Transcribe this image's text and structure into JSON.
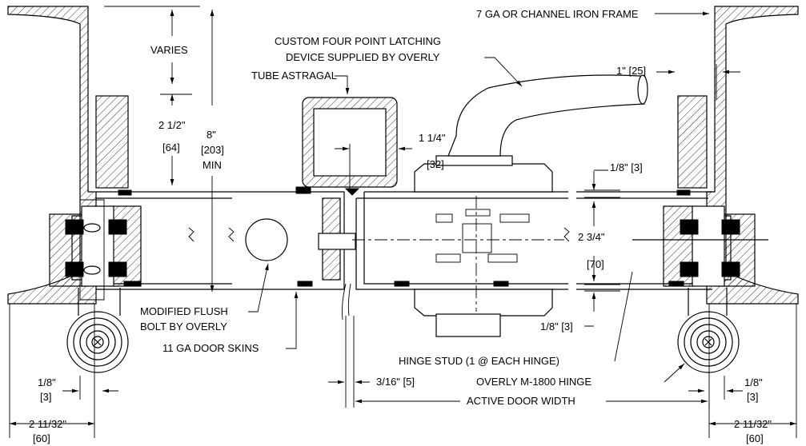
{
  "labels": {
    "frame": "7 GA OR CHANNEL IRON FRAME",
    "latch_line1": "CUSTOM FOUR POINT LATCHING",
    "latch_line2": "DEVICE  SUPPLIED BY OVERLY",
    "astragal": "TUBE ASTRAGAL",
    "varies": "VARIES",
    "dim_2_half": "2 1/2\"",
    "dim_64": "[64]",
    "dim_8": "8\"",
    "dim_203": "[203]",
    "dim_min": "MIN",
    "dim_1_25": "1\" [25]",
    "dim_1_1_4": "1 1/4\"",
    "dim_32": "[32]",
    "dim_eighth_top": "1/8\" [3]",
    "dim_2_3_4": "2 3/4\"",
    "dim_70": "[70]",
    "dim_eighth_bottom": "1/8\" [3]",
    "flush_bolt_line1": "MODIFIED FLUSH",
    "flush_bolt_line2": "BOLT BY OVERLY",
    "door_skins": "11 GA DOOR SKINS",
    "hinge_stud": "HINGE STUD  (1 @ EACH HINGE)",
    "hinge": "OVERLY M-1800 HINGE",
    "dim_3_16": "3/16\" [5]",
    "active_width": "ACTIVE DOOR WIDTH",
    "left_eighth": "1/8\"",
    "left_3": "[3]",
    "left_2_11_32": "2 11/32\"",
    "left_60": "[60]",
    "right_eighth": "1/8\"",
    "right_3": "[3]",
    "right_2_11_32": "2 11/32\"",
    "right_60": "[60]"
  }
}
